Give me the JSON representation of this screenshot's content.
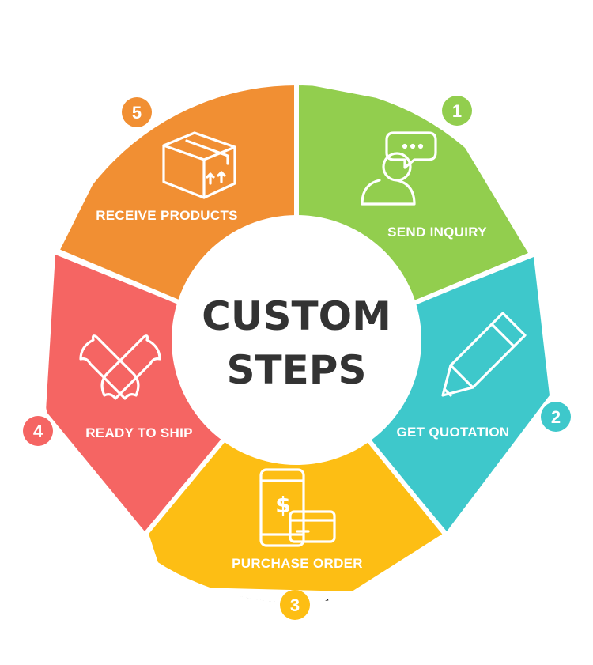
{
  "center": {
    "line1": "CUSTOM",
    "line2": "STEPS"
  },
  "steps": [
    {
      "number": "1",
      "label": "SEND INQUIRY",
      "color": "#92CE4E",
      "icon": "person-chat-icon"
    },
    {
      "number": "2",
      "label": "GET QUOTATION",
      "color": "#3EC8CB",
      "icon": "pencil-icon"
    },
    {
      "number": "3",
      "label": "PURCHASE ORDER",
      "color": "#FDBE14",
      "icon": "phone-payment-icon"
    },
    {
      "number": "4",
      "label": "READY TO SHIP",
      "color": "#F56563",
      "icon": "crossed-wrenches-icon"
    },
    {
      "number": "5",
      "label": "RECEIVE PRODUCTS",
      "color": "#F18F33",
      "icon": "box-icon"
    }
  ]
}
